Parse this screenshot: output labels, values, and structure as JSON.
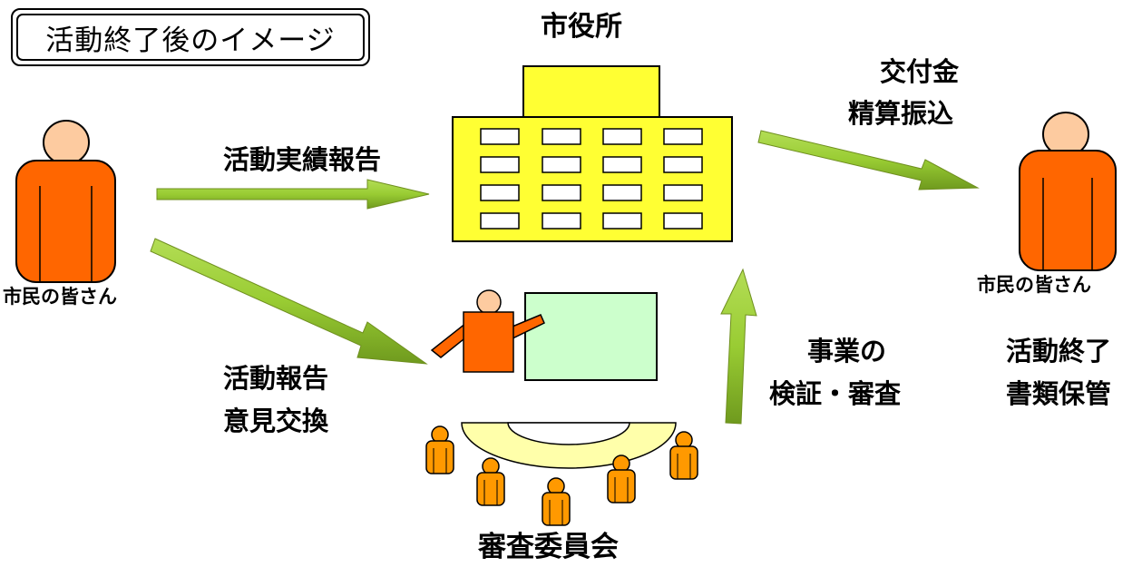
{
  "title": "活動終了後のイメージ",
  "city_hall": "市役所",
  "citizen_left": "市民の皆さん",
  "citizen_right": "市民の皆さん",
  "report": "活動実績報告",
  "subsidy": {
    "line1": "交付金",
    "line2": "精算振込"
  },
  "presentation": {
    "line1": "活動報告",
    "line2": "意見交換"
  },
  "verification": {
    "line1": "事業の",
    "line2": "検証・審査"
  },
  "completion": {
    "line1": "活動終了",
    "line2": "書類保管"
  },
  "committee": "審査委員会",
  "colors": {
    "person_orange": "#ff6600",
    "head_peach": "#fdcba0",
    "building_yellow": "#ffff33",
    "arrow_green": "#99cc33",
    "board_green": "#ccffcc",
    "table_cream": "#ffffaa",
    "member_orange": "#ff9900"
  }
}
